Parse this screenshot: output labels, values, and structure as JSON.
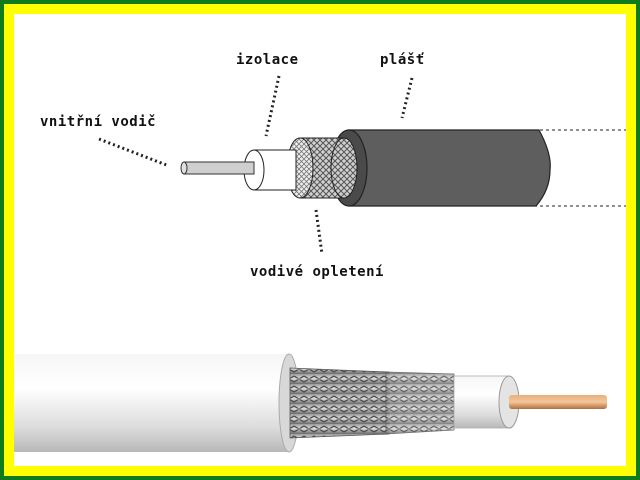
{
  "labels": {
    "inner_conductor": "vnitřní vodič",
    "insulation": "izolace",
    "jacket": "plášť",
    "braid": "vodivé opletení"
  },
  "colors": {
    "outer_border": "#0d7a1c",
    "frame": "#ffff00",
    "background": "#ffffff",
    "jacket_fill": "#5a5a5a",
    "cable_white": "#ececec",
    "copper": "#d4935a"
  }
}
